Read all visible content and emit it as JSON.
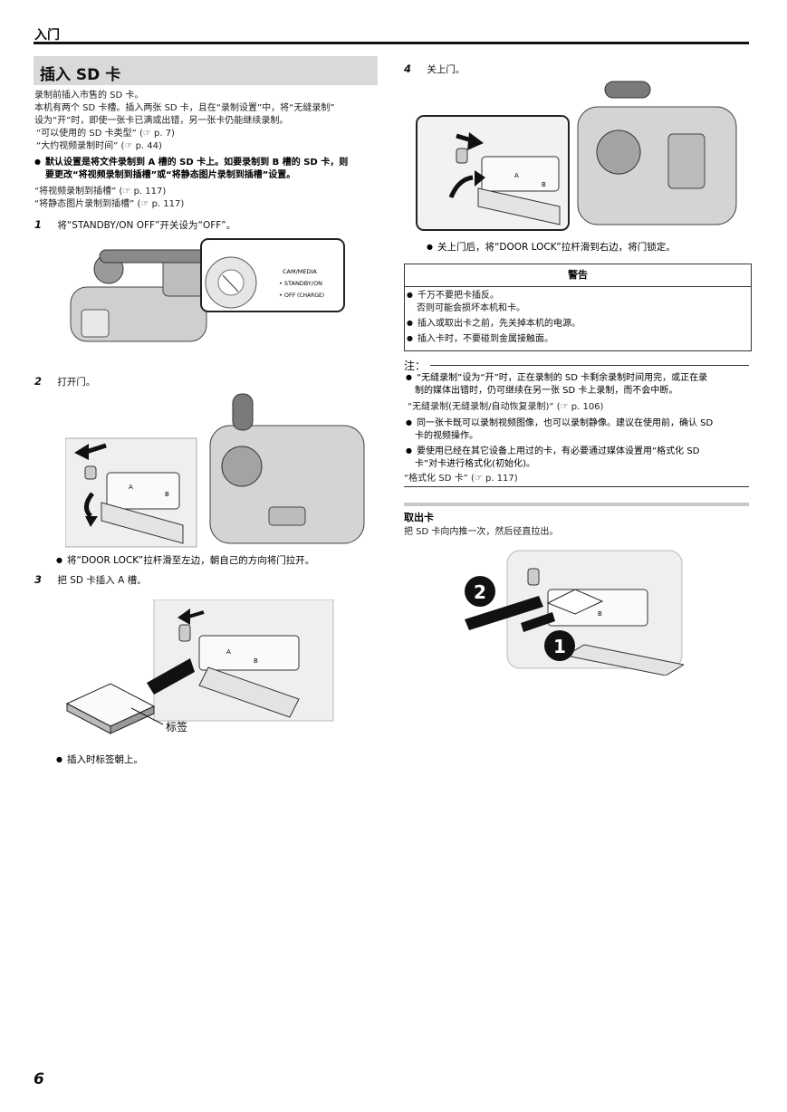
{
  "header": {
    "section": "入门"
  },
  "title": "插入 SD 卡",
  "intro": {
    "line1": "录制前插入市售的 SD 卡。",
    "line2": "本机有两个 SD 卡槽。插入两张 SD 卡，且在“录制设置”中，将“无缝录制”",
    "line3": "设为“开”时，即使一张卡已满或出错，另一张卡仍能继续录制。",
    "link1": "“可以使用的 SD 卡类型” (☞ p. 7)",
    "link2": "“大约视频录制时间” (☞ p. 44)",
    "bullet_line1": "默认设置是将文件录制到 A 槽的 SD 卡上。如要录制到 B 槽的 SD 卡，则",
    "bullet_line2": "要更改“将视频录制到插槽”或“将静态图片录制到插槽”设置。",
    "link3": "“将视频录制到插槽” (☞ p. 117)",
    "link4": "“将静态图片录制到插槽” (☞ p. 117)"
  },
  "steps": {
    "s1": {
      "num": "1",
      "text": "将“STANDBY/ON OFF”开关设为“OFF”。"
    },
    "s2": {
      "num": "2",
      "text": "打开门。",
      "note": "将“DOOR LOCK”拉杆滑至左边，朝自己的方向将门拉开。"
    },
    "s3": {
      "num": "3",
      "text": "把 SD 卡插入 A 槽。",
      "note": "插入时标签朝上。",
      "label": "标签"
    },
    "s4": {
      "num": "4",
      "text": "关上门。",
      "note": "关上门后，将“DOOR LOCK”拉杆滑到右边，将门锁定。"
    }
  },
  "switch_labels": {
    "cam": "CAM/MEDIA",
    "standby": "• STANDBY/ON",
    "off": "• OFF",
    "charge": "(CHARGE)"
  },
  "warning": {
    "title": "警告",
    "i1a": "千万不要把卡插反。",
    "i1b": "否则可能会损坏本机和卡。",
    "i2": "插入或取出卡之前，先关掉本机的电源。",
    "i3": "插入卡时，不要碰到金属接触面。"
  },
  "note": {
    "label": "注：",
    "b1a": "“无缝录制”设为“开”时，正在录制的 SD 卡剩余录制时间用完，或正在录",
    "b1b": "制的媒体出错时，仍可继续在另一张 SD 卡上录制，而不会中断。",
    "link1": "“无缝录制(无缝录制/自动恢复录制)” (☞ p. 106)",
    "b2a": "同一张卡既可以录制视频图像，也可以录制静像。建议在使用前，确认 SD",
    "b2b": "卡的视频操作。",
    "b3a": "要使用已经在其它设备上用过的卡，有必要通过媒体设置用“格式化 SD",
    "b3b": "卡”对卡进行格式化(初始化)。",
    "link2": "“格式化 SD 卡” (☞ p. 117)"
  },
  "remove": {
    "title": "取出卡",
    "text": "把 SD 卡向内推一次，然后径直拉出。",
    "n1": "1",
    "n2": "2"
  },
  "slot_labels": {
    "a": "A",
    "b": "B"
  },
  "page_number": "6"
}
